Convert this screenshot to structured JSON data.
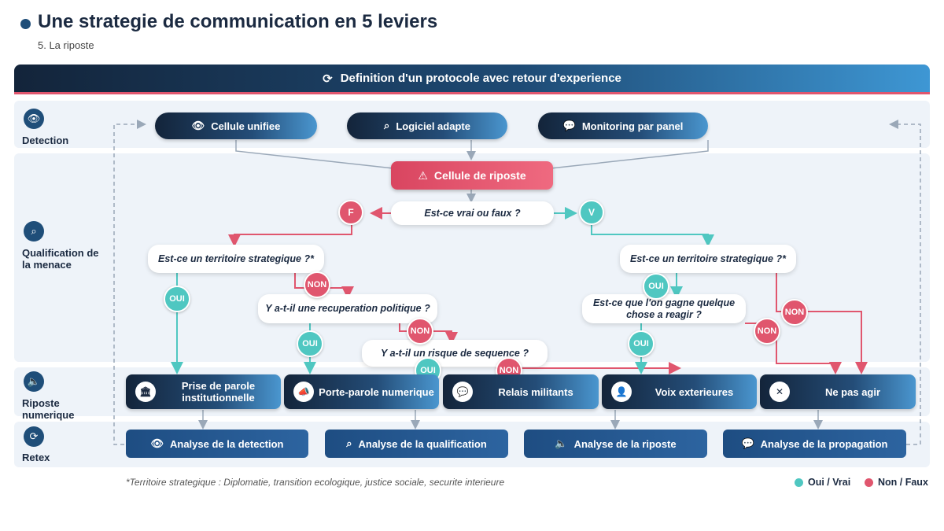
{
  "header": {
    "title": "Une strategie de communication en 5 leviers",
    "subtitle": "5. La riposte"
  },
  "banner": {
    "icon": "refresh-icon",
    "label": "Definition d'un protocole avec retour d'experience"
  },
  "lanes": {
    "detection": "Detection",
    "qualification": "Qualification de la menace",
    "riposte": "Riposte numerique",
    "retex": "Retex"
  },
  "detection_tools": [
    {
      "icon": "eye-icon",
      "label": "Cellule unifiee"
    },
    {
      "icon": "search-icon",
      "label": "Logiciel adapte"
    },
    {
      "icon": "chat-icon",
      "label": "Monitoring par panel"
    }
  ],
  "riposte_cell": "Cellule de riposte",
  "questions": {
    "vrai_faux": "Est-ce vrai ou faux ?",
    "territoire_left": "Est-ce un territoire strategique ?*",
    "recuperation": "Y a-t-il une recuperation politique ?",
    "sequence": "Y a-t-il un risque de sequence ?",
    "territoire_right": "Est-ce un territoire strategique ?*",
    "gagne": "Est-ce que l'on gagne quelque chose a reagir ?"
  },
  "badges": {
    "faux": "F",
    "vrai": "V",
    "oui": "OUI",
    "non": "NON"
  },
  "actions": [
    {
      "icon": "bank-icon",
      "label": "Prise de parole institutionnelle"
    },
    {
      "icon": "megaphone-icon",
      "label": "Porte-parole numerique"
    },
    {
      "icon": "chat-icon",
      "label": "Relais militants"
    },
    {
      "icon": "user-icon",
      "label": "Voix exterieures"
    },
    {
      "icon": "close-icon",
      "label": "Ne pas agir"
    }
  ],
  "retex_items": [
    {
      "icon": "eye-icon",
      "label": "Analyse de la detection"
    },
    {
      "icon": "search-icon",
      "label": "Analyse de la qualification"
    },
    {
      "icon": "speaker-icon",
      "label": "Analyse de la riposte"
    },
    {
      "icon": "chat-icon",
      "label": "Analyse de la propagation"
    }
  ],
  "footnote": "*Territoire strategique : Diplomatie, transition ecologique, justice sociale, securite interieure",
  "legend": {
    "yes": "Oui / Vrai",
    "no": "Non / Faux"
  },
  "colors": {
    "yes": "#4fc7c1",
    "no": "#e0566e",
    "navy": "#1f4e79",
    "band": "#eef3f9"
  }
}
